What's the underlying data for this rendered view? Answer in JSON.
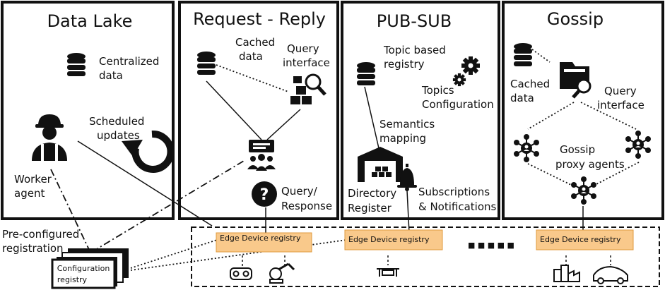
{
  "panels": {
    "data_lake": {
      "title": "Data Lake",
      "centralized_1": "Centralized",
      "centralized_2": "data",
      "scheduled_1": "Scheduled",
      "scheduled_2": "updates",
      "worker_1": "Worker",
      "worker_2": "agent"
    },
    "request_reply": {
      "title": "Request - Reply",
      "cached_1": "Cached",
      "cached_2": "data",
      "query_1": "Query",
      "query_2": "interface",
      "qr_1": "Query/",
      "qr_2": "Response"
    },
    "pub_sub": {
      "title": "PUB-SUB",
      "topic_1": "Topic based",
      "topic_2": "registry",
      "topics_1": "Topics",
      "topics_2": "Configuration",
      "sem_1": "Semantics",
      "sem_2": "mapping",
      "dir_1": "Directory",
      "dir_2": "Register",
      "subs_1": "Subscriptions",
      "subs_2": "& Notifications"
    },
    "gossip": {
      "title": "Gossip",
      "cached_1": "Cached",
      "cached_2": "data",
      "query_1": "Query",
      "query_2": "interface",
      "proxy_1": "Gossip",
      "proxy_2": "proxy agents"
    }
  },
  "bottom": {
    "preconf_1": "Pre-configured",
    "preconf_2": "registration",
    "config_1": "Configuration",
    "config_2": "registry",
    "edge_1": "Edge Device registry",
    "edge_2": "Edge Device registry",
    "edge_3": "Edge Device registry",
    "ellipsis": "■ ■ ■ ■ ■"
  },
  "colors": {
    "edge_fill": "#f9c98b",
    "edge_stroke": "#e09a3c",
    "ink": "#111111"
  }
}
